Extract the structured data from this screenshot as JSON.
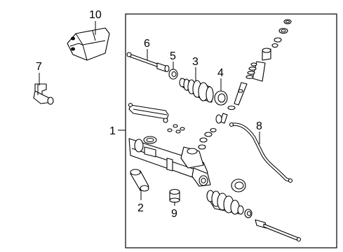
{
  "callouts": {
    "c1": "1",
    "c2": "2",
    "c3": "3",
    "c4": "4",
    "c5": "5",
    "c6": "6",
    "c7": "7",
    "c8": "8",
    "c9": "9",
    "c10": "10"
  },
  "parts": [
    {
      "callout": "1",
      "icon": "rack-and-pinion-gear-assembly"
    },
    {
      "callout": "2",
      "icon": "mount-bushing"
    },
    {
      "callout": "3",
      "icon": "boot-bellows"
    },
    {
      "callout": "4",
      "icon": "seal-ring"
    },
    {
      "callout": "5",
      "icon": "jam-nut"
    },
    {
      "callout": "6",
      "icon": "inner-tie-rod"
    },
    {
      "callout": "7",
      "icon": "hose-fitting"
    },
    {
      "callout": "8",
      "icon": "pressure-line"
    },
    {
      "callout": "9",
      "icon": "grommet"
    },
    {
      "callout": "10",
      "icon": "heat-shield"
    }
  ]
}
